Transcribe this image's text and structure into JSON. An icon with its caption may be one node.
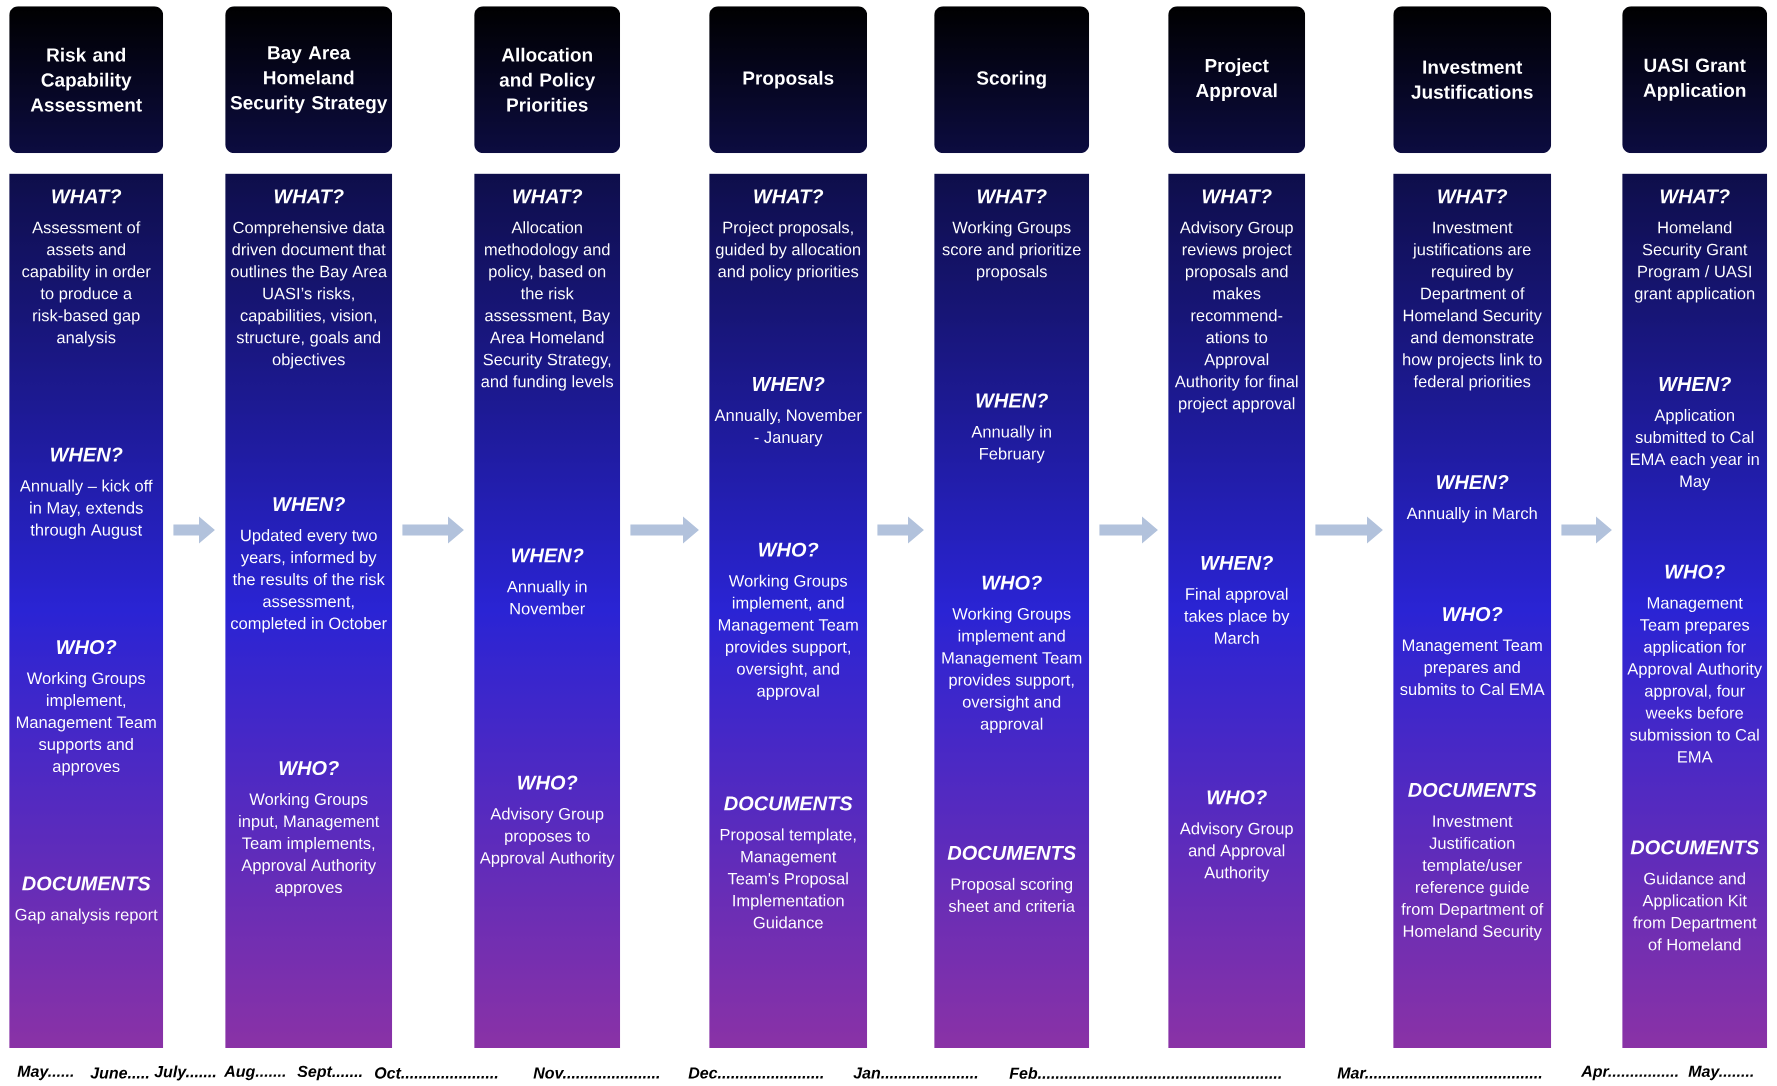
{
  "diagram": {
    "nodes": [
      {
        "text": [
          "Risk and Capability Assessment"
        ]
      },
      {
        "text": [
          "WHAT?",
          "Assessment of assets and capability in order to produce a risk-based gap analysis",
          "WHEN?",
          "Annually – kick off in May, extends through August",
          "WHO?",
          "Working Groups implement, Management Team supports and approves",
          "DOCUMENTS",
          "Gap analysis report"
        ]
      },
      {
        "text": [
          "Bay Area Homeland Security Strategy"
        ]
      },
      {
        "text": [
          "WHAT?",
          "Comprehensive data driven document that outlines the Bay Area UASI’s risks, capabilities, vision, structure, goals and objectives",
          "WHEN?",
          "Updated every two years, informed by the results of the risk assessment, completed in October",
          "WHO?",
          "Working Groups input, Management Team implements, Approval Authority approves"
        ]
      },
      {
        "text": [
          "Allocation and Policy Priorities"
        ]
      },
      {
        "text": [
          "WHAT?",
          "Allocation methodology and policy, based on the risk assessment, Bay Area Homeland Security Strategy, and funding levels",
          "WHEN?",
          "Annually in November",
          "WHO?",
          "Advisory Group proposes to Approval Authority"
        ]
      },
      {
        "text": [
          "Proposals"
        ]
      },
      {
        "text": [
          "WHAT?",
          "Project proposals, guided by allocation and policy priorities",
          "WHEN?",
          "Annually, November - January",
          "WHO?",
          "Working Groups implement, and Management Team provides support, oversight, and approval",
          "DOCUMENTS",
          "Proposal template, Management Team's Proposal Implementation Guidance"
        ]
      },
      {
        "text": [
          "Scoring"
        ]
      },
      {
        "text": [
          "WHAT?",
          "Working Groups score and prioritize proposals",
          "WHEN?",
          "Annually in February",
          "WHO?",
          "Working Groups implement and Management Team provides support, oversight and approval",
          "DOCUMENTS",
          "Proposal scoring sheet and criteria"
        ]
      },
      {
        "text": [
          "Project Approval"
        ]
      },
      {
        "text": [
          "WHAT?",
          "Advisory Group reviews project proposals and makes recommend-ations to Approval Authority for final project approval",
          "WHEN?",
          "Final approval takes place by March",
          "WHO?",
          "Advisory Group and Approval Authority"
        ]
      },
      {
        "text": [
          "Investment Justifications"
        ]
      },
      {
        "text": [
          "WHAT?",
          "Investment justifications are required by Department of Homeland Security and demonstrate how projects link to federal priorities",
          "WHEN?",
          "Annually in March",
          "WHO?",
          "Management Team prepares and submits to Cal EMA",
          "DOCUMENTS",
          "Investment Justification template/user reference guide from Department of Homeland Security"
        ]
      },
      {
        "text": [
          "UASI Grant Application"
        ]
      },
      {
        "text": [
          "WHAT?",
          "Homeland Security Grant Program / UASI grant application",
          "WHEN?",
          "Application submitted to Cal EMA each year in May",
          "WHO?",
          "Management Team prepares application for Approval Authority approval, four weeks before submission to Cal EMA",
          "DOCUMENTS",
          "Guidance and Application Kit from Department of Homeland"
        ]
      }
    ],
    "edges": [
      {
        "from": 1,
        "to": 3,
        "arrow": "to"
      },
      {
        "from": 3,
        "to": 5,
        "arrow": "to"
      },
      {
        "from": 5,
        "to": 7,
        "arrow": "to"
      },
      {
        "from": 7,
        "to": 9,
        "arrow": "to"
      },
      {
        "from": 9,
        "to": 11,
        "arrow": "to"
      },
      {
        "from": 11,
        "to": 13,
        "arrow": "to"
      },
      {
        "from": 13,
        "to": 15,
        "arrow": "to"
      }
    ],
    "labels": [
      "May......",
      "June.....",
      "July.......",
      "Aug.......",
      "Sept.......",
      "Oct......................",
      "Nov......................",
      "Dec........................",
      "Jan......................",
      "Feb.......................................................",
      "Mar........................................",
      "Apr................",
      "May........"
    ]
  }
}
